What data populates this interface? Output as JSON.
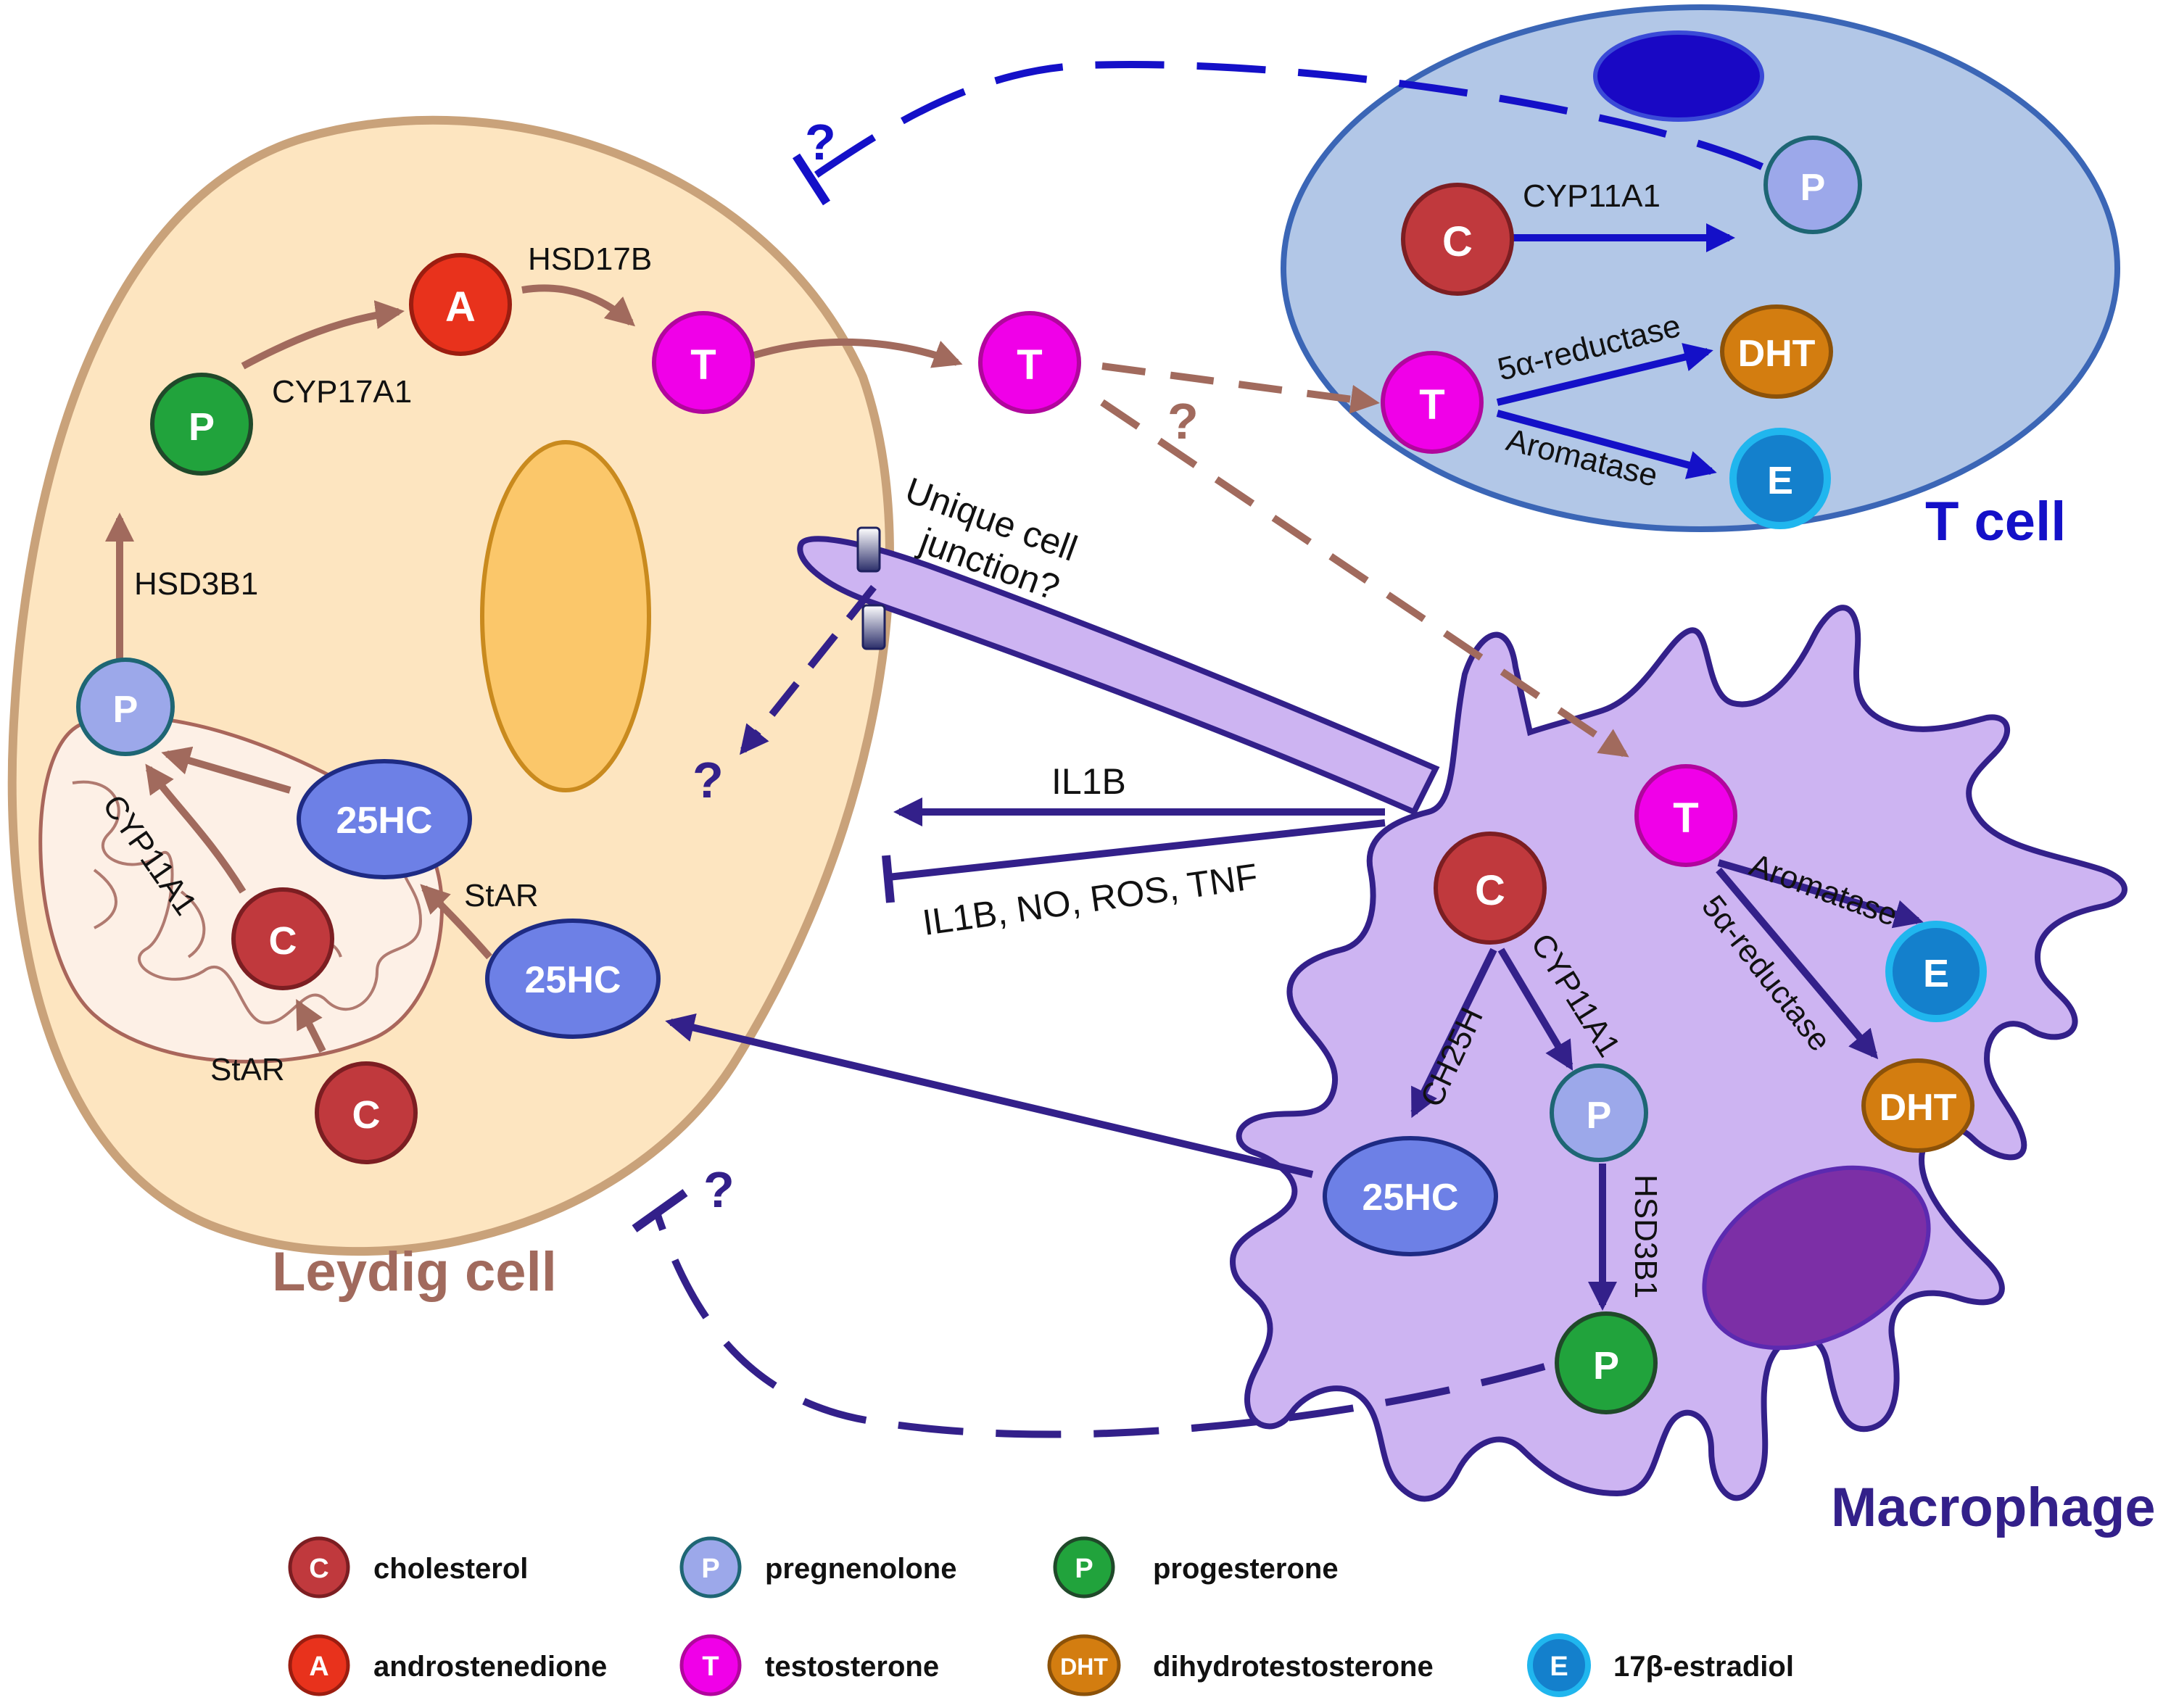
{
  "cells": {
    "leydig": "Leydig cell",
    "tcell": "T cell",
    "macrophage": "Macrophage"
  },
  "nodes": {
    "C": "C",
    "A": "A",
    "T": "T",
    "P": "P",
    "DHT": "DHT",
    "E": "E",
    "HC25": "25HC"
  },
  "labels": {
    "hsd17b": "HSD17B",
    "cyp17a1": "CYP17A1",
    "hsd3b1": "HSD3B1",
    "cyp11a1": "CYP11A1",
    "star": "StAR",
    "reductase": "5α-reductase",
    "aromatase": "Aromatase",
    "ch25h": "CH25H",
    "il1b": "IL1B",
    "inhibitors": "IL1B, NO, ROS, TNF",
    "junction_1": "Unique cell",
    "junction_2": "junction?",
    "question": "?"
  },
  "legend": [
    {
      "symbol": "C",
      "label": "cholesterol",
      "color": "#c0393d"
    },
    {
      "symbol": "P",
      "label": "pregnenolone",
      "color": "#9ca8ea"
    },
    {
      "symbol": "P",
      "label": "progesterone",
      "color": "#21a33c"
    },
    {
      "symbol": "A",
      "label": "androstenedione",
      "color": "#e8321c"
    },
    {
      "symbol": "T",
      "label": "testosterone",
      "color": "#f000e8"
    },
    {
      "symbol": "DHT",
      "label": "dihydrotestosterone",
      "color": "#d37d10"
    },
    {
      "symbol": "E",
      "label": "17β-estradiol",
      "color": "#1480cc"
    }
  ],
  "colors": {
    "leydig_fill": "#fde5c0",
    "leydig_border": "#c9a27a",
    "tcell_fill": "#b2c7e7",
    "tcell_border": "#3b66b6",
    "macrophage_fill": "#cdb4f2",
    "macrophage_border": "#33208a",
    "brown_arrow": "#a16a5d",
    "blue_arrow": "#1410c8",
    "purple_arrow": "#33208a"
  }
}
